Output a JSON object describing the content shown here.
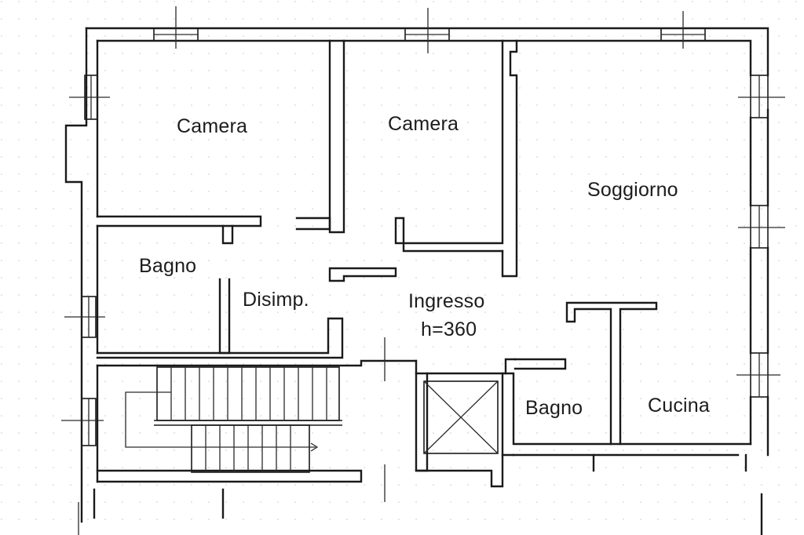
{
  "rooms": {
    "camera_left": "Camera",
    "camera_center": "Camera",
    "soggiorno": "Soggiorno",
    "bagno_left": "Bagno",
    "disimpegno": "Disimp.",
    "ingresso": "Ingresso",
    "ingresso_height": "h=360",
    "bagno_right": "Bagno",
    "cucina": "Cucina"
  },
  "colors": {
    "background": "#ffffff",
    "walls": "#1a1a1a",
    "grid_dots": "#c8c8c8"
  },
  "icons": [
    "window-icon",
    "door-opening",
    "stair-arrow-icon",
    "elevator-shaft-icon"
  ]
}
